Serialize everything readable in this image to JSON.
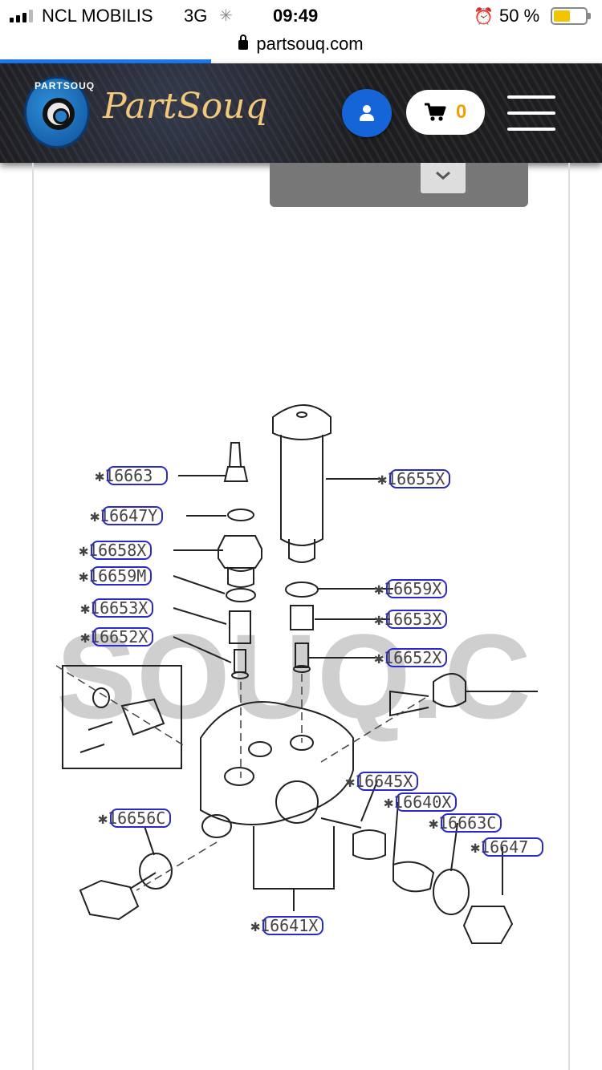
{
  "status_bar": {
    "carrier": "NCL MOBILIS",
    "network": "3G",
    "time": "09:49",
    "battery_percent": "50 %",
    "battery_level": 0.5,
    "battery_color": "#f5c400"
  },
  "browser": {
    "url": "partsouq.com",
    "load_progress": 0.35
  },
  "header": {
    "brand": "PartSouq",
    "logo_text": "PARTSOUQ",
    "cart_count": "0",
    "accent_user": "#1565d8",
    "accent_cart_count": "#f0a000",
    "icons": [
      "user-icon",
      "cart-icon",
      "hamburger-menu-icon"
    ]
  },
  "diagram": {
    "watermark": "SOUQ.C",
    "parts": [
      {
        "prefix": "✱",
        "number": "16663",
        "suffix": ""
      },
      {
        "prefix": "✱",
        "number": "16647",
        "suffix": "Y"
      },
      {
        "prefix": "✱",
        "number": "16658",
        "suffix": "X"
      },
      {
        "prefix": "✱",
        "number": "16659",
        "suffix": "M"
      },
      {
        "prefix": "✱",
        "number": "16653",
        "suffix": "X"
      },
      {
        "prefix": "✱",
        "number": "16652",
        "suffix": "X"
      },
      {
        "prefix": "✱",
        "number": "16655",
        "suffix": "X"
      },
      {
        "prefix": "✱",
        "number": "16659",
        "suffix": "X"
      },
      {
        "prefix": "✱",
        "number": "16653",
        "suffix": "X"
      },
      {
        "prefix": "✱",
        "number": "16652",
        "suffix": "X"
      },
      {
        "prefix": "✱",
        "number": "16645",
        "suffix": "X"
      },
      {
        "prefix": "✱",
        "number": "16640",
        "suffix": "X"
      },
      {
        "prefix": "✱",
        "number": "16656",
        "suffix": "C"
      },
      {
        "prefix": "✱",
        "number": "16663",
        "suffix": "C"
      },
      {
        "prefix": "✱",
        "number": "16647",
        "suffix": ""
      },
      {
        "prefix": "✱",
        "number": "16641",
        "suffix": "X"
      }
    ]
  }
}
